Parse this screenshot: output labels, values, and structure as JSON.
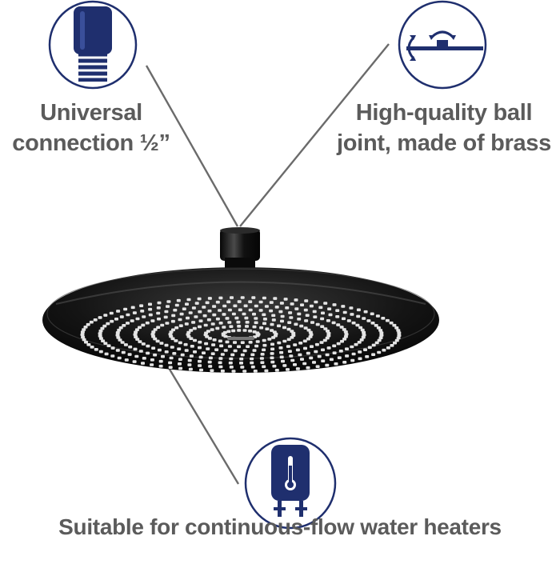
{
  "features": [
    {
      "icon": "thread-connector-icon",
      "lines": [
        "Universal",
        "connection ½”"
      ]
    },
    {
      "icon": "ball-joint-icon",
      "lines": [
        "High-quality ball",
        "joint, made of brass"
      ]
    },
    {
      "icon": "water-heater-icon",
      "lines": [
        "Suitable for continuous-flow water heaters"
      ]
    }
  ],
  "colors": {
    "navy": "#1f2f6e",
    "text": "#5b5b5b",
    "line": "#6b6b6b",
    "product": "#0c0c0c"
  }
}
